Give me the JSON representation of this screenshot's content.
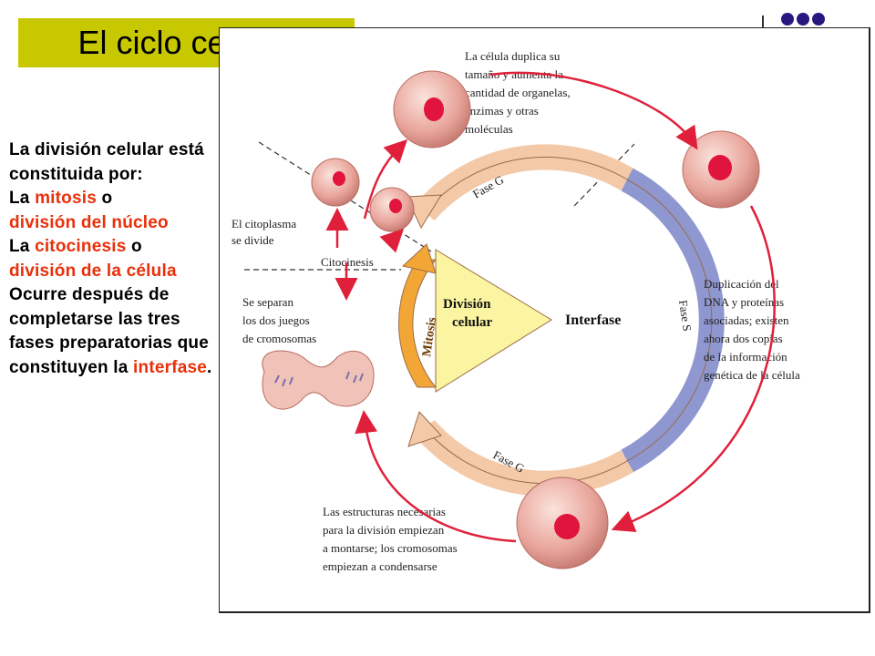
{
  "title": "El ciclo celular.",
  "side_text": {
    "intro": "La división celular está constituida por:",
    "line2_a": "La ",
    "line2_red": "mitosis",
    "line2_b": " o",
    "line3_red": "división del núcleo",
    "line4_a": "La ",
    "line4_red": "citocinesis",
    "line4_b": " o",
    "line5_red": "división de la célula",
    "outro": "Ocurre después de completarse las tres fases preparatorias que constituyen la ",
    "outro_red": "interfase",
    "outro_end": "."
  },
  "diagram": {
    "center_label_1": "División",
    "center_label_2": "celular",
    "interfase_label": "Interfase",
    "mitosis_label": "Mitosis",
    "fase_g1_label": "Fase G",
    "fase_s_label": "Fase S",
    "fase_g2_label": "Fase G",
    "citocinesis_label": "Citocinesis",
    "cytoplasm_note_1": "El citoplasma",
    "cytoplasm_note_2": "se divide",
    "separate_note_1": "Se separan",
    "separate_note_2": "los dos juegos",
    "separate_note_3": "de cromosomas",
    "growth_note_1": "La célula duplica su",
    "growth_note_2": "tamaño y aumenta la",
    "growth_note_3": "cantidad de organelas,",
    "growth_note_4": "enzimas y otras",
    "growth_note_5": "moléculas",
    "dna_note_1": "Duplicación del",
    "dna_note_2": "DNA y proteínas",
    "dna_note_3": "asociadas; existen",
    "dna_note_4": "ahora dos copias",
    "dna_note_5": "de la información",
    "dna_note_6": "genética de la célula",
    "prep_note_1": "Las estructuras necesarias",
    "prep_note_2": "para la división empiezan",
    "prep_note_3": "a montarse; los cromosomas",
    "prep_note_4": "empiezan a condensarse"
  },
  "colors": {
    "title_bg": "#c8c800",
    "highlight_red": "#e8300a",
    "dots": "#2a1880",
    "phase_g": "#f3c9a8",
    "phase_s": "#8f97d0",
    "mitosis": "#f2a636",
    "center": "#fbf4a0",
    "arrow": "#e0203a",
    "cell": "#e8a49a",
    "nucleus": "#e0143c"
  }
}
